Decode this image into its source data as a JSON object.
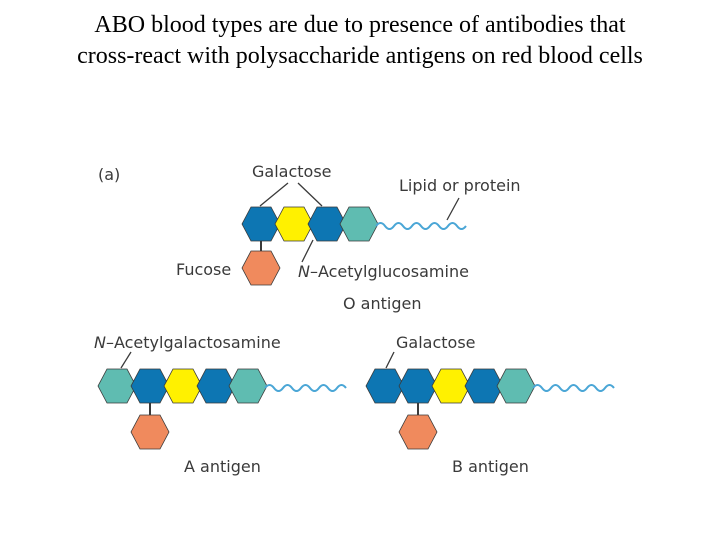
{
  "title": {
    "line1": "ABO blood types are due to presence of antibodies that",
    "line2": "cross-react with polysaccharide antigens on red blood cells"
  },
  "diagram": {
    "panel_label": "(a)",
    "o_antigen": {
      "galactose_label": "Galactose",
      "lipid_label": "Lipid or protein",
      "fucose_label": "Fucose",
      "nacetylglucosamine_prefix": "N",
      "nacetylglucosamine_label": "–Acetylglucosamine",
      "name": "O antigen"
    },
    "a_antigen": {
      "nacetylgalactosamine_prefix": "N",
      "nacetylgalactosamine_label": "–Acetylgalactosamine",
      "name": "A antigen"
    },
    "b_antigen": {
      "galactose_label": "Galactose",
      "name": "B antigen"
    },
    "colors": {
      "n_acetylgalactosamine": "#5fbcb1",
      "n_acetylglucosamine": "#0d76b3",
      "galactose": "#fff100",
      "fucose": "#f08a5d",
      "lipid_wave": "#4aa6d6",
      "outline": "#3a3a3a"
    }
  }
}
